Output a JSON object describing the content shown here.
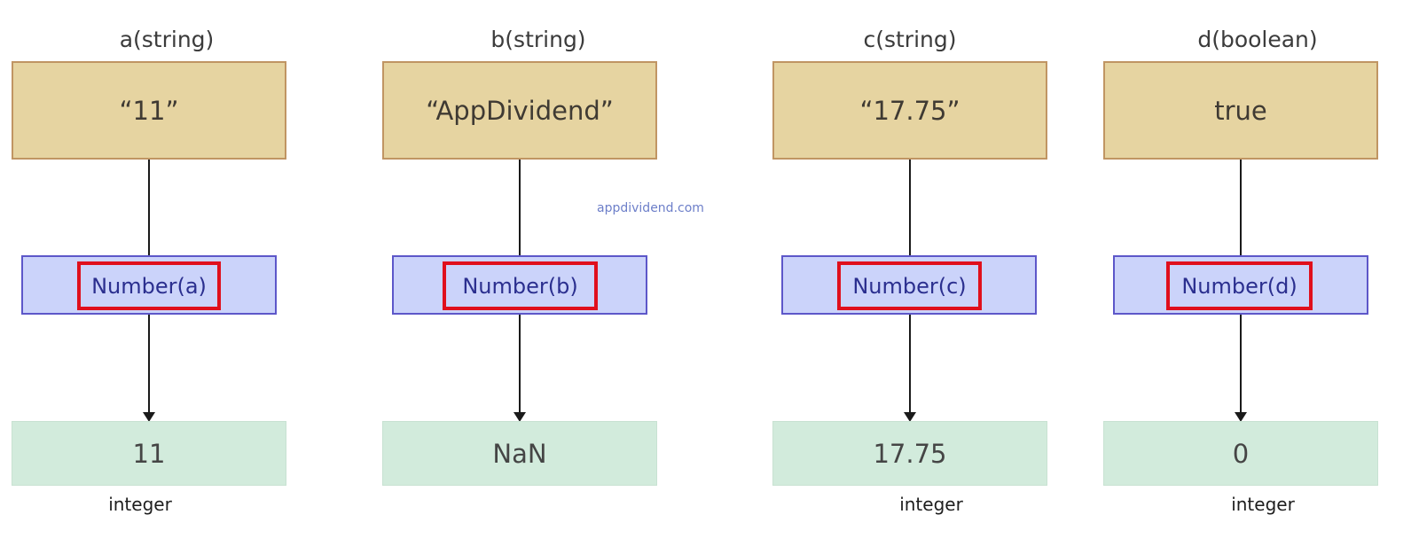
{
  "watermark": "appdividend.com",
  "columns": [
    {
      "title": "a(string)",
      "input": "“11”",
      "function": "Number(a)",
      "output": "11",
      "type": "integer"
    },
    {
      "title": "b(string)",
      "input": "“AppDividend”",
      "function": "Number(b)",
      "output": "NaN",
      "type": ""
    },
    {
      "title": "c(string)",
      "input": "“17.75”",
      "function": "Number(c)",
      "output": "17.75",
      "type": "integer"
    },
    {
      "title": "d(boolean)",
      "input": "true",
      "function": "Number(d)",
      "output": "0",
      "type": "integer"
    }
  ],
  "colors": {
    "input_fill": "#e6d4a1",
    "input_border": "#c09563",
    "function_fill": "#cbd3fa",
    "function_border": "#5d57c9",
    "highlight": "#e00f1c",
    "output_fill": "#d2ebdc"
  }
}
